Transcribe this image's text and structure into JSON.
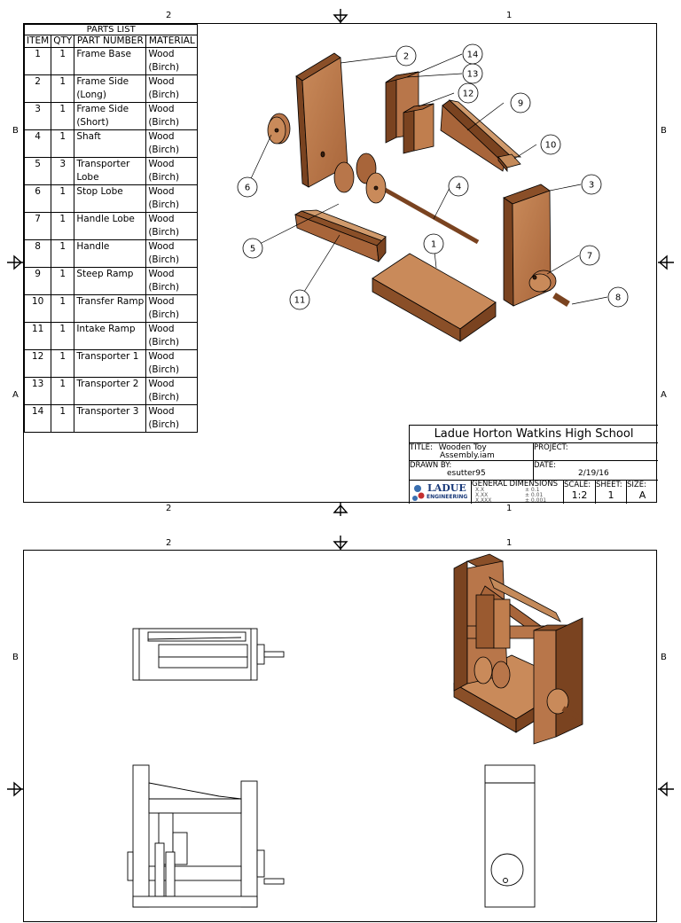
{
  "sheet1": {
    "zones_top": [
      "2",
      "1"
    ],
    "zones_side": [
      "B",
      "A"
    ],
    "parts_list": {
      "title": "PARTS LIST",
      "headers": [
        "ITEM",
        "QTY",
        "PART NUMBER",
        "MATERIAL"
      ],
      "rows": [
        {
          "item": "1",
          "qty": "1",
          "pn": "Frame Base",
          "pn2": "",
          "mat": "Wood",
          "mat2": "(Birch)"
        },
        {
          "item": "2",
          "qty": "1",
          "pn": "Frame Side",
          "pn2": "(Long)",
          "mat": "Wood",
          "mat2": "(Birch)"
        },
        {
          "item": "3",
          "qty": "1",
          "pn": "Frame Side",
          "pn2": "(Short)",
          "mat": "Wood",
          "mat2": "(Birch)"
        },
        {
          "item": "4",
          "qty": "1",
          "pn": "Shaft",
          "pn2": "",
          "mat": "Wood",
          "mat2": "(Birch)"
        },
        {
          "item": "5",
          "qty": "3",
          "pn": "Transporter",
          "pn2": "Lobe",
          "mat": "Wood",
          "mat2": "(Birch)"
        },
        {
          "item": "6",
          "qty": "1",
          "pn": "Stop Lobe",
          "pn2": "",
          "mat": "Wood",
          "mat2": "(Birch)"
        },
        {
          "item": "7",
          "qty": "1",
          "pn": "Handle Lobe",
          "pn2": "",
          "mat": "Wood",
          "mat2": "(Birch)"
        },
        {
          "item": "8",
          "qty": "1",
          "pn": "Handle",
          "pn2": "",
          "mat": "Wood",
          "mat2": "(Birch)"
        },
        {
          "item": "9",
          "qty": "1",
          "pn": "Steep Ramp",
          "pn2": "",
          "mat": "Wood",
          "mat2": "(Birch)"
        },
        {
          "item": "10",
          "qty": "1",
          "pn": "Transfer Ramp",
          "pn2": "",
          "mat": "Wood",
          "mat2": "(Birch)"
        },
        {
          "item": "11",
          "qty": "1",
          "pn": "Intake Ramp",
          "pn2": "",
          "mat": "Wood",
          "mat2": "(Birch)"
        },
        {
          "item": "12",
          "qty": "1",
          "pn": "Transporter 1",
          "pn2": "",
          "mat": "Wood",
          "mat2": "(Birch)"
        },
        {
          "item": "13",
          "qty": "1",
          "pn": "Transporter 2",
          "pn2": "",
          "mat": "Wood",
          "mat2": "(Birch)"
        },
        {
          "item": "14",
          "qty": "1",
          "pn": "Transporter 3",
          "pn2": "",
          "mat": "Wood",
          "mat2": "(Birch)"
        }
      ]
    },
    "balloons": [
      "1",
      "2",
      "3",
      "4",
      "5",
      "6",
      "7",
      "8",
      "9",
      "10",
      "11",
      "12",
      "13",
      "14"
    ],
    "title_block": {
      "school": "Ladue Horton Watkins High School",
      "title_label": "TITLE:",
      "title_value": "Wooden Toy",
      "title_value2": "Assembly.iam",
      "project_label": "PROJECT:",
      "drawn_label": "DRAWN BY:",
      "drawn_value": "esutter95",
      "date_label": "DATE:",
      "date_value": "2/19/16",
      "logo_text": "LADUE",
      "logo_sub": "ENGINEERING",
      "dims_label": "GENERAL DIMENSIONS",
      "dims_rows": [
        "X.X",
        "X.XX",
        "X.XXX"
      ],
      "tol_rows": [
        "± 0.1",
        "± 0.01",
        "± 0.001"
      ],
      "scale_label": "SCALE:",
      "scale_value": "1:2",
      "sheet_label": "SHEET:",
      "sheet_value": "1",
      "size_label": "SIZE:",
      "size_value": "A"
    }
  },
  "sheet2": {
    "zones_top": [
      "2",
      "1"
    ],
    "zones_side": [
      "B"
    ]
  },
  "colors": {
    "wood": "#b8764a",
    "wood_dark": "#7a4320",
    "wood_light": "#d09a6c",
    "line": "#000000"
  }
}
